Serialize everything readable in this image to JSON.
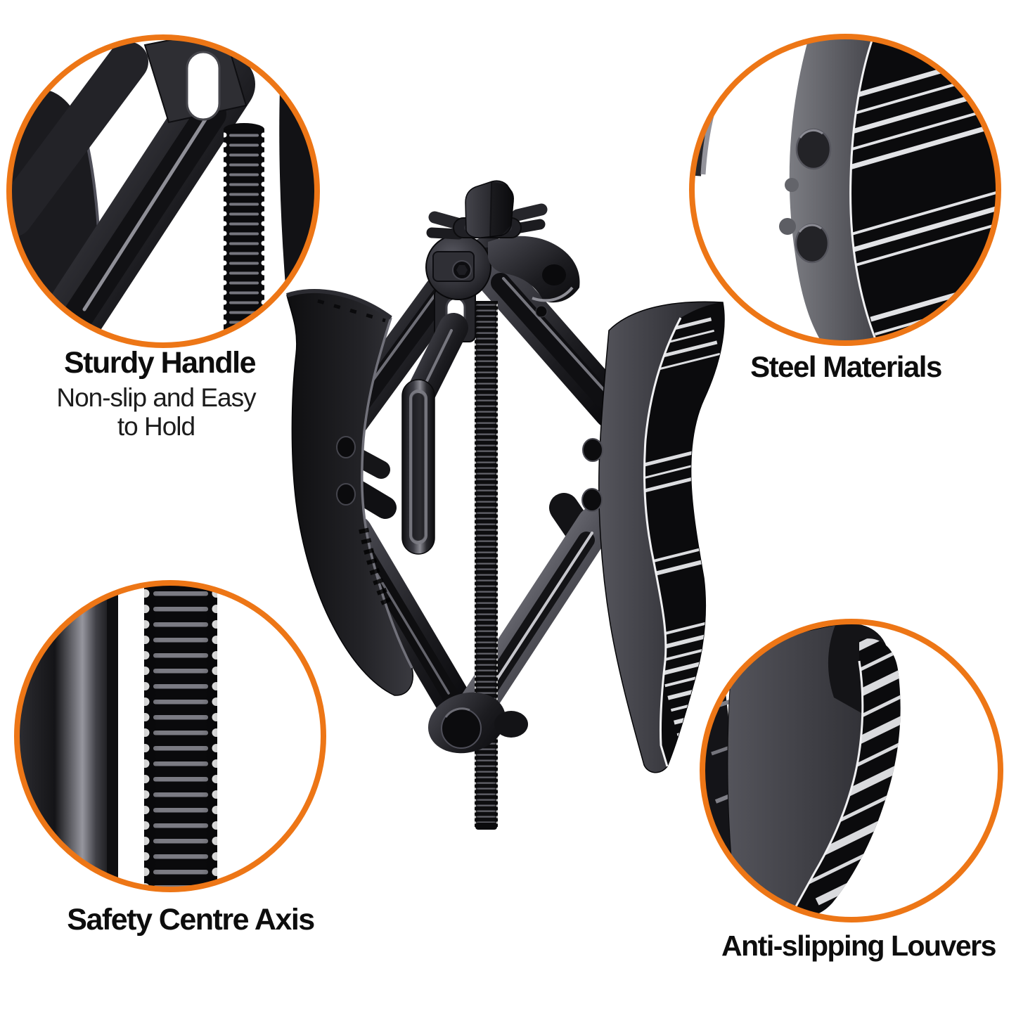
{
  "page": {
    "background_color": "#ffffff"
  },
  "style": {
    "accent_ring_color": "#ED7616",
    "title_color": "#0d0d0d",
    "subtitle_color": "#1c1c1c",
    "product_metal_dark": "#111114",
    "product_metal_gray": "#45454c"
  },
  "features": [
    {
      "id": "sturdy-handle",
      "title": "Sturdy Handle",
      "subtitle_line1": "Non-slip and Easy",
      "subtitle_line2": "to Hold"
    },
    {
      "id": "steel-materials",
      "title": "Steel Materials"
    },
    {
      "id": "safety-centre-axis",
      "title": "Safety Centre Axis"
    },
    {
      "id": "anti-slipping-louvers",
      "title": "Anti-slipping Louvers"
    }
  ]
}
